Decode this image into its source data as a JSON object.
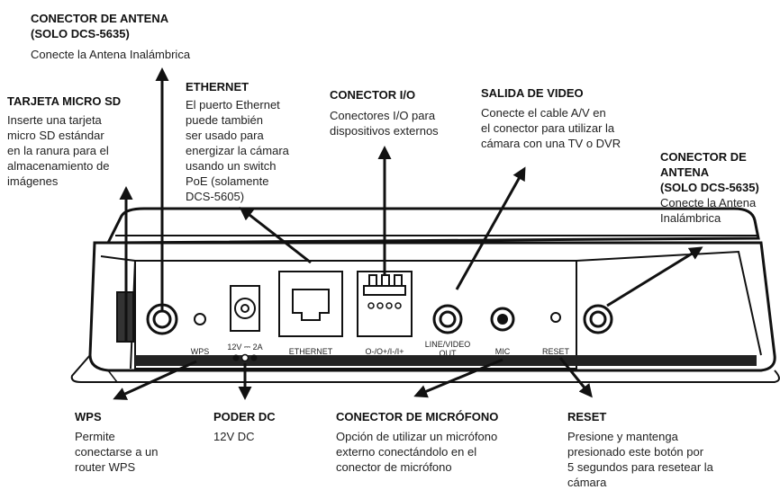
{
  "callouts": {
    "antenna_top": {
      "title": "CONECTOR DE ANTENA\n(SOLO DCS-5635)",
      "desc": "Conecte la Antena Inalámbrica"
    },
    "microsd": {
      "title": "TARJETA MICRO SD",
      "desc": "Inserte una tarjeta\nmicro SD estándar\nen la ranura para el\nalmacenamiento de\nimágenes"
    },
    "ethernet": {
      "title": "ETHERNET",
      "desc": "El puerto Ethernet\npuede también\nser usado para\nenergizar la cámara\nusando un switch\nPoE (solamente\nDCS-5605)"
    },
    "io": {
      "title": "CONECTOR I/O",
      "desc": "Conectores I/O para\ndispositivos externos"
    },
    "video": {
      "title": "SALIDA DE VIDEO",
      "desc": "Conecte el cable A/V en\nel conector para utilizar la\ncámara con una TV o DVR"
    },
    "antenna_right": {
      "title": "CONECTOR DE\nANTENA\n(SOLO DCS-5635)",
      "desc": "Conecte la Antena\nInalámbrica"
    },
    "wps": {
      "title": "WPS",
      "desc": "Permite\nconectarse a un\nrouter WPS"
    },
    "power": {
      "title": "PODER DC",
      "desc": "12V DC"
    },
    "mic": {
      "title": "CONECTOR DE MICRÓFONO",
      "desc": "Opción de utilizar un micrófono\nexterno conectándolo en el\nconector de micrófono"
    },
    "reset": {
      "title": "RESET",
      "desc": "Presione y mantenga\npresionado este botón por\n5 segundos para resetear la\ncámara"
    }
  },
  "panel_labels": {
    "wps": "WPS",
    "power": "12V ⎓ 2A",
    "ethernet": "ETHERNET",
    "io": "O-/O+/I-/I+",
    "line_video": "LINE/VIDEO",
    "out": "OUT",
    "mic": "MIC",
    "reset": "RESET"
  }
}
